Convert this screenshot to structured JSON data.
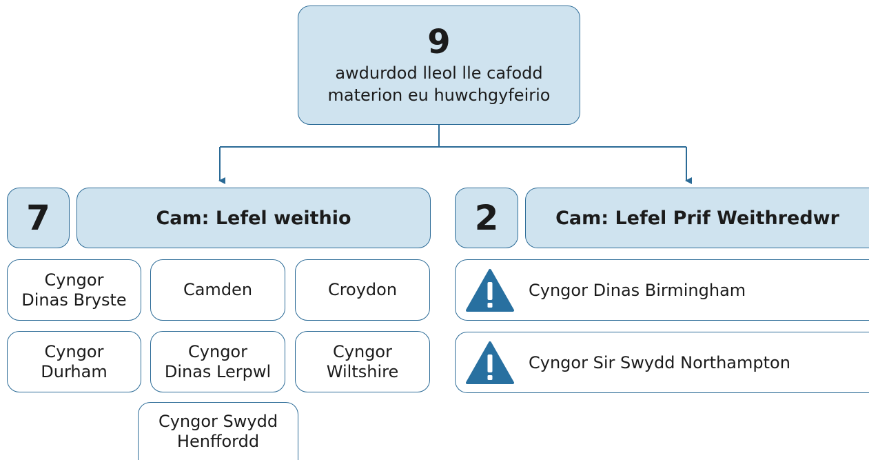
{
  "summary": {
    "count": "9",
    "description": "awdurdod lleol lle cafodd\nmaterion eu huwchgyfeirio"
  },
  "branches": {
    "working_level": {
      "count": "7",
      "title": "Cam: Lefel weithio",
      "councils": [
        "Cyngor\nDinas Bryste",
        "Camden",
        "Croydon",
        "Cyngor\nDurham",
        "Cyngor\nDinas Lerpwl",
        "Cyngor\nWiltshire",
        "Cyngor Swydd\nHenffordd"
      ]
    },
    "chief_executive_level": {
      "count": "2",
      "title": "Cam: Lefel Prif Weithredwr",
      "councils": [
        "Cyngor Dinas Birmingham",
        "Cyngor Sir Swydd Northampton"
      ]
    }
  },
  "colors": {
    "accent": "#2a6a96",
    "box_fill": "#cfe3ef",
    "warning": "#2870a0"
  },
  "icons": {
    "warning": "warning-triangle-icon"
  }
}
